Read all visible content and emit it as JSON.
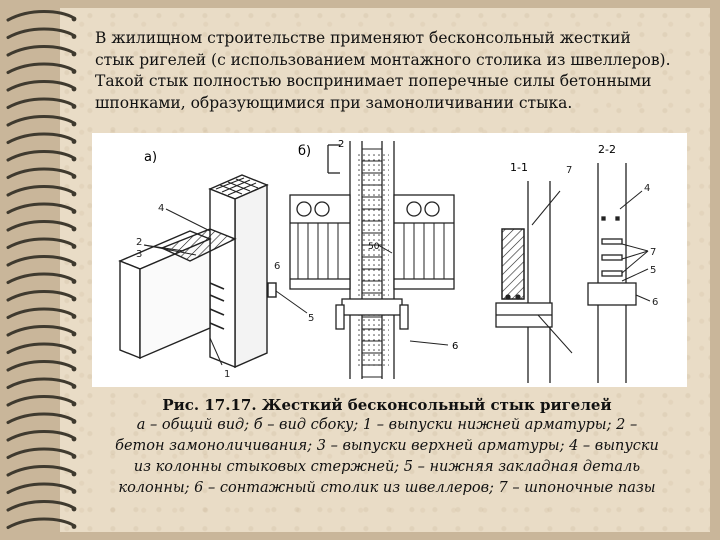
{
  "slide": {
    "heading_lines": [
      "В жилищном строительстве применяют бесконсольный жесткий",
      "стык ригелей (с использованием монтажного столика из швеллеров).",
      "Такой стык полностью воспринимает поперечные силы бетонными",
      "шпонками, образующимися при замоноличивании стыка."
    ],
    "figure": {
      "label_a": "а)",
      "label_b": "б)",
      "section_11": "1-1",
      "section_22": "2-2",
      "cut_mark": "2",
      "dim_50": "50",
      "callouts_a": [
        "4",
        "2",
        "3",
        "1",
        "5",
        "6"
      ],
      "callouts_b": [
        "7",
        "4",
        "7",
        "5",
        "6"
      ],
      "callout_6_b": "6"
    },
    "caption": {
      "title": "Рис. 17.17. Жесткий бесконсольный стык ригелей",
      "lines": [
        "а – общий вид; б – вид сбоку; 1 – выпуски нижней арматуры; 2 –",
        "бетон замоноличивания; 3 – выпуски верхней арматуры; 4 – выпуски",
        "из колонны стыковых стержней; 5 – нижняя закладная деталь",
        "колонны; 6 – сонтажный столик из швеллеров; 7 – шпоночные пазы"
      ]
    },
    "colors": {
      "background": "#c9b69a",
      "paper": "#e9dcc6",
      "spiral": "#3f3a2f"
    }
  }
}
